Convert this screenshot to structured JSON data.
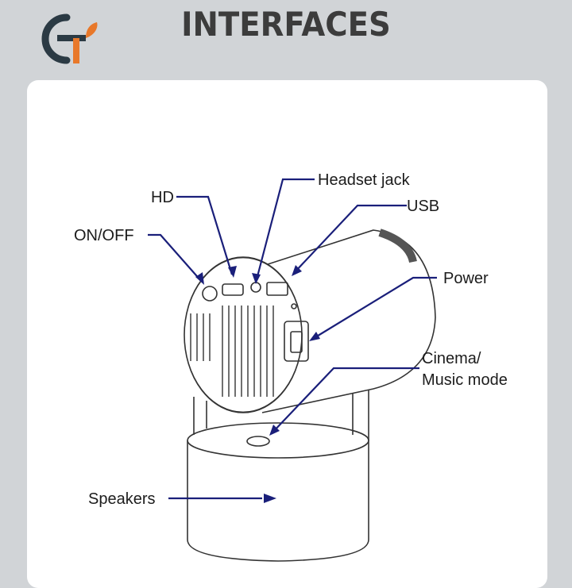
{
  "header": {
    "title": "INTERFACES",
    "logo_letters": "GT",
    "background_color": "#d1d4d7"
  },
  "colors": {
    "title": "#3c3c3c",
    "logo_dark": "#2b3a44",
    "logo_accent": "#e8782a",
    "callout_line": "#1a1f7a",
    "line_art": "#333333"
  },
  "labels": {
    "headset_jack": "Headset jack",
    "hd": "HD",
    "usb": "USB",
    "on_off": "ON/OFF",
    "power": "Power",
    "cinema_line1": "Cinema/",
    "cinema_line2": "Music mode",
    "speakers": "Speakers"
  }
}
